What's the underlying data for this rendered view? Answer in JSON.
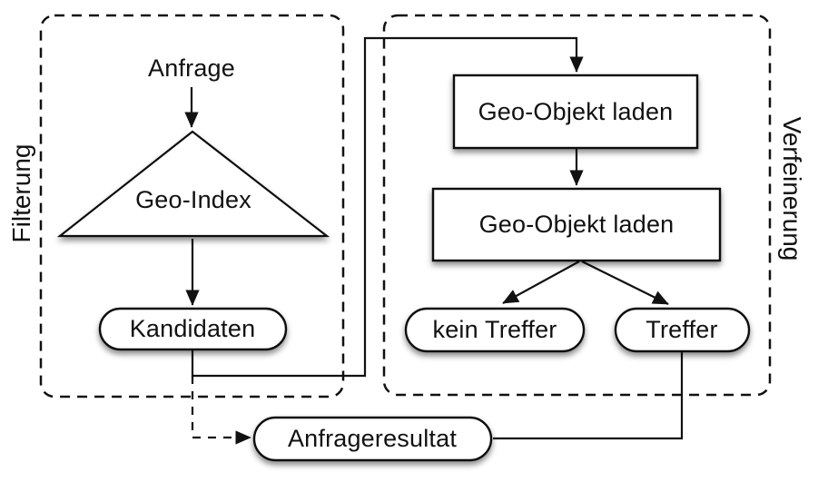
{
  "colors": {
    "background": "#ffffff",
    "line": "#111111",
    "node_fill": "#ffffff",
    "text": "#111111"
  },
  "groups": {
    "filterung": {
      "label": "Filterung"
    },
    "verfeinerung": {
      "label": "Verfeinerung"
    }
  },
  "nodes": {
    "anfrage": {
      "label": "Anfrage",
      "shape": "plain-text",
      "group": "filterung"
    },
    "geo_index": {
      "label": "Geo-Index",
      "shape": "triangle",
      "group": "filterung"
    },
    "kandidaten": {
      "label": "Kandidaten",
      "shape": "stadium",
      "group": "filterung"
    },
    "geo_objekt_laden_1": {
      "label": "Geo-Objekt laden",
      "shape": "rectangle",
      "group": "verfeinerung"
    },
    "geo_objekt_laden_2": {
      "label": "Geo-Objekt laden",
      "shape": "rectangle",
      "group": "verfeinerung"
    },
    "kein_treffer": {
      "label": "kein Treffer",
      "shape": "stadium",
      "group": "verfeinerung"
    },
    "treffer": {
      "label": "Treffer",
      "shape": "stadium",
      "group": "verfeinerung"
    },
    "anfrageresultat": {
      "label": "Anfrageresultat",
      "shape": "stadium",
      "group": null
    }
  },
  "edges": [
    {
      "from": "Anfrage",
      "to": "Geo-Index",
      "style": "solid-arrow"
    },
    {
      "from": "Geo-Index",
      "to": "Kandidaten",
      "style": "solid-arrow"
    },
    {
      "from": "Kandidaten",
      "to": "Geo-Objekt laden (1)",
      "style": "solid-arrow"
    },
    {
      "from": "Geo-Objekt laden (1)",
      "to": "Geo-Objekt laden (2)",
      "style": "solid-arrow"
    },
    {
      "from": "Geo-Objekt laden (2)",
      "to": "kein Treffer",
      "style": "solid-arrow"
    },
    {
      "from": "Geo-Objekt laden (2)",
      "to": "Treffer",
      "style": "solid-arrow"
    },
    {
      "from": "Treffer",
      "to": "Anfrageresultat",
      "style": "solid-line"
    },
    {
      "from": "Kandidaten",
      "to": "Anfrageresultat",
      "style": "dashed-arrow"
    }
  ]
}
